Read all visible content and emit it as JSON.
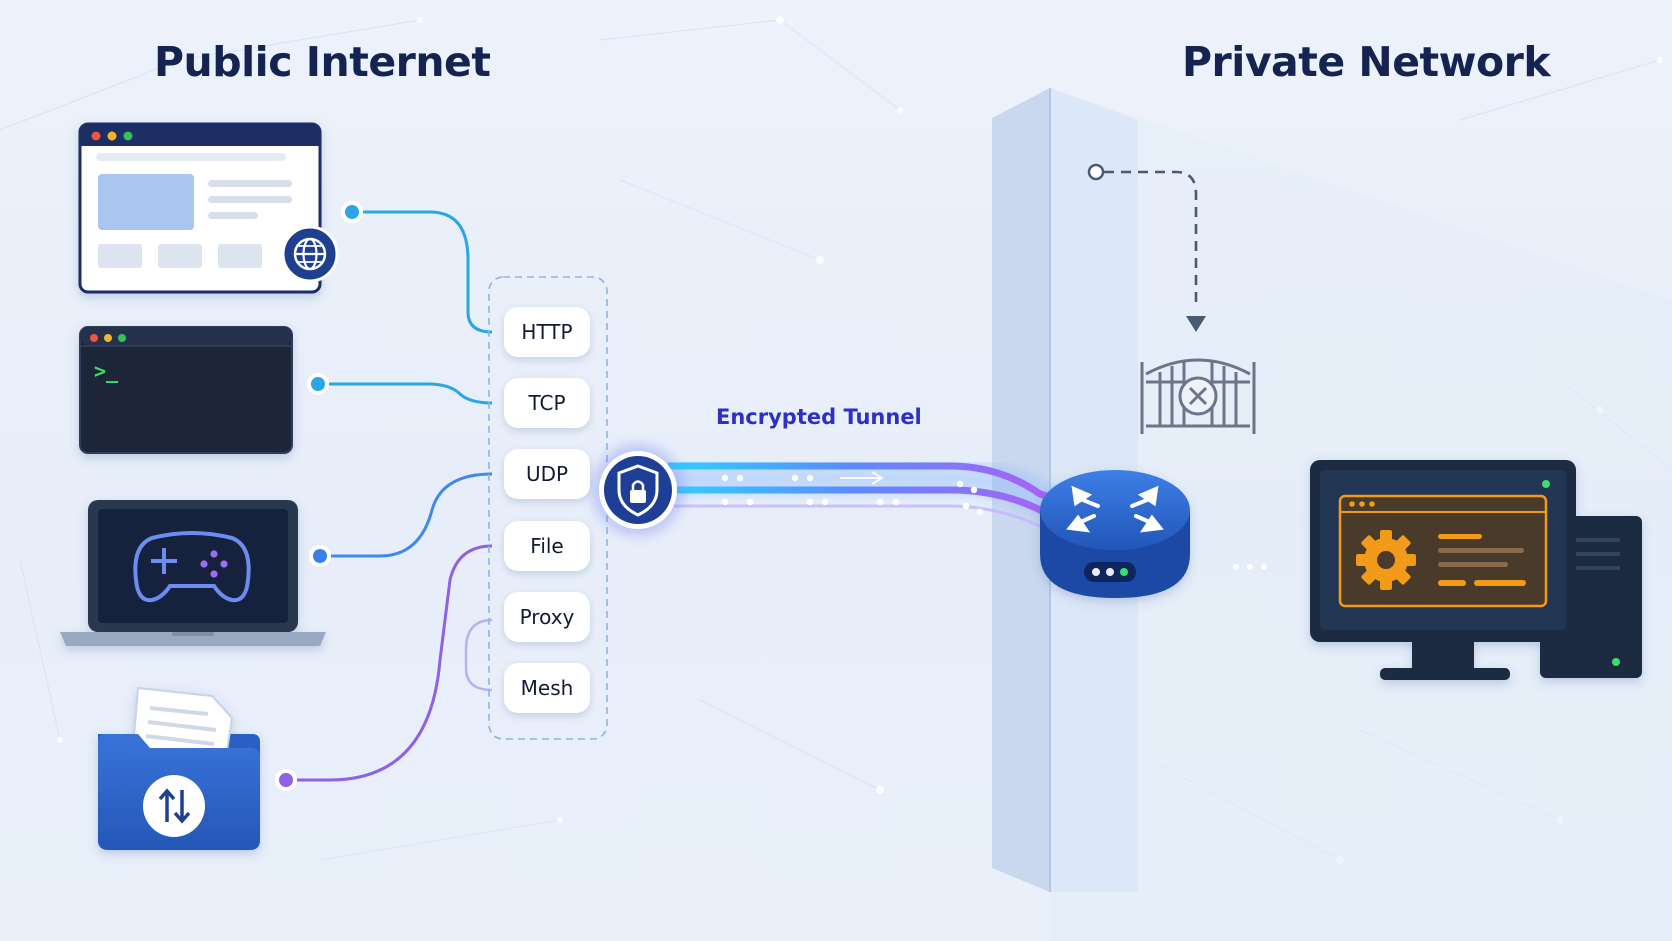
{
  "headings": {
    "public_internet": "Public Internet",
    "private_network": "Private Network"
  },
  "protocols": [
    "HTTP",
    "TCP",
    "UDP",
    "File",
    "Proxy",
    "Mesh"
  ],
  "tunnel": {
    "label": "Encrypted Tunnel"
  },
  "terminal": {
    "prompt": ">_"
  },
  "colors": {
    "heading": "#14234f",
    "tunnel_label": "#2e2fc6",
    "connector_blue": "#2aa6e8",
    "connector_violet": "#8e62e6",
    "tunnel_cyan": "#35c8ff",
    "tunnel_purple": "#a45cf2",
    "router_blue": "#2356b8",
    "settings_orange": "#f29a1a",
    "firewall_panel": "#d3dff2"
  },
  "icons": [
    "globe-icon",
    "terminal-icon",
    "gamepad-icon",
    "file-transfer-icon",
    "shield-lock-icon",
    "router-icon",
    "gate-blocked-icon",
    "gear-icon"
  ]
}
